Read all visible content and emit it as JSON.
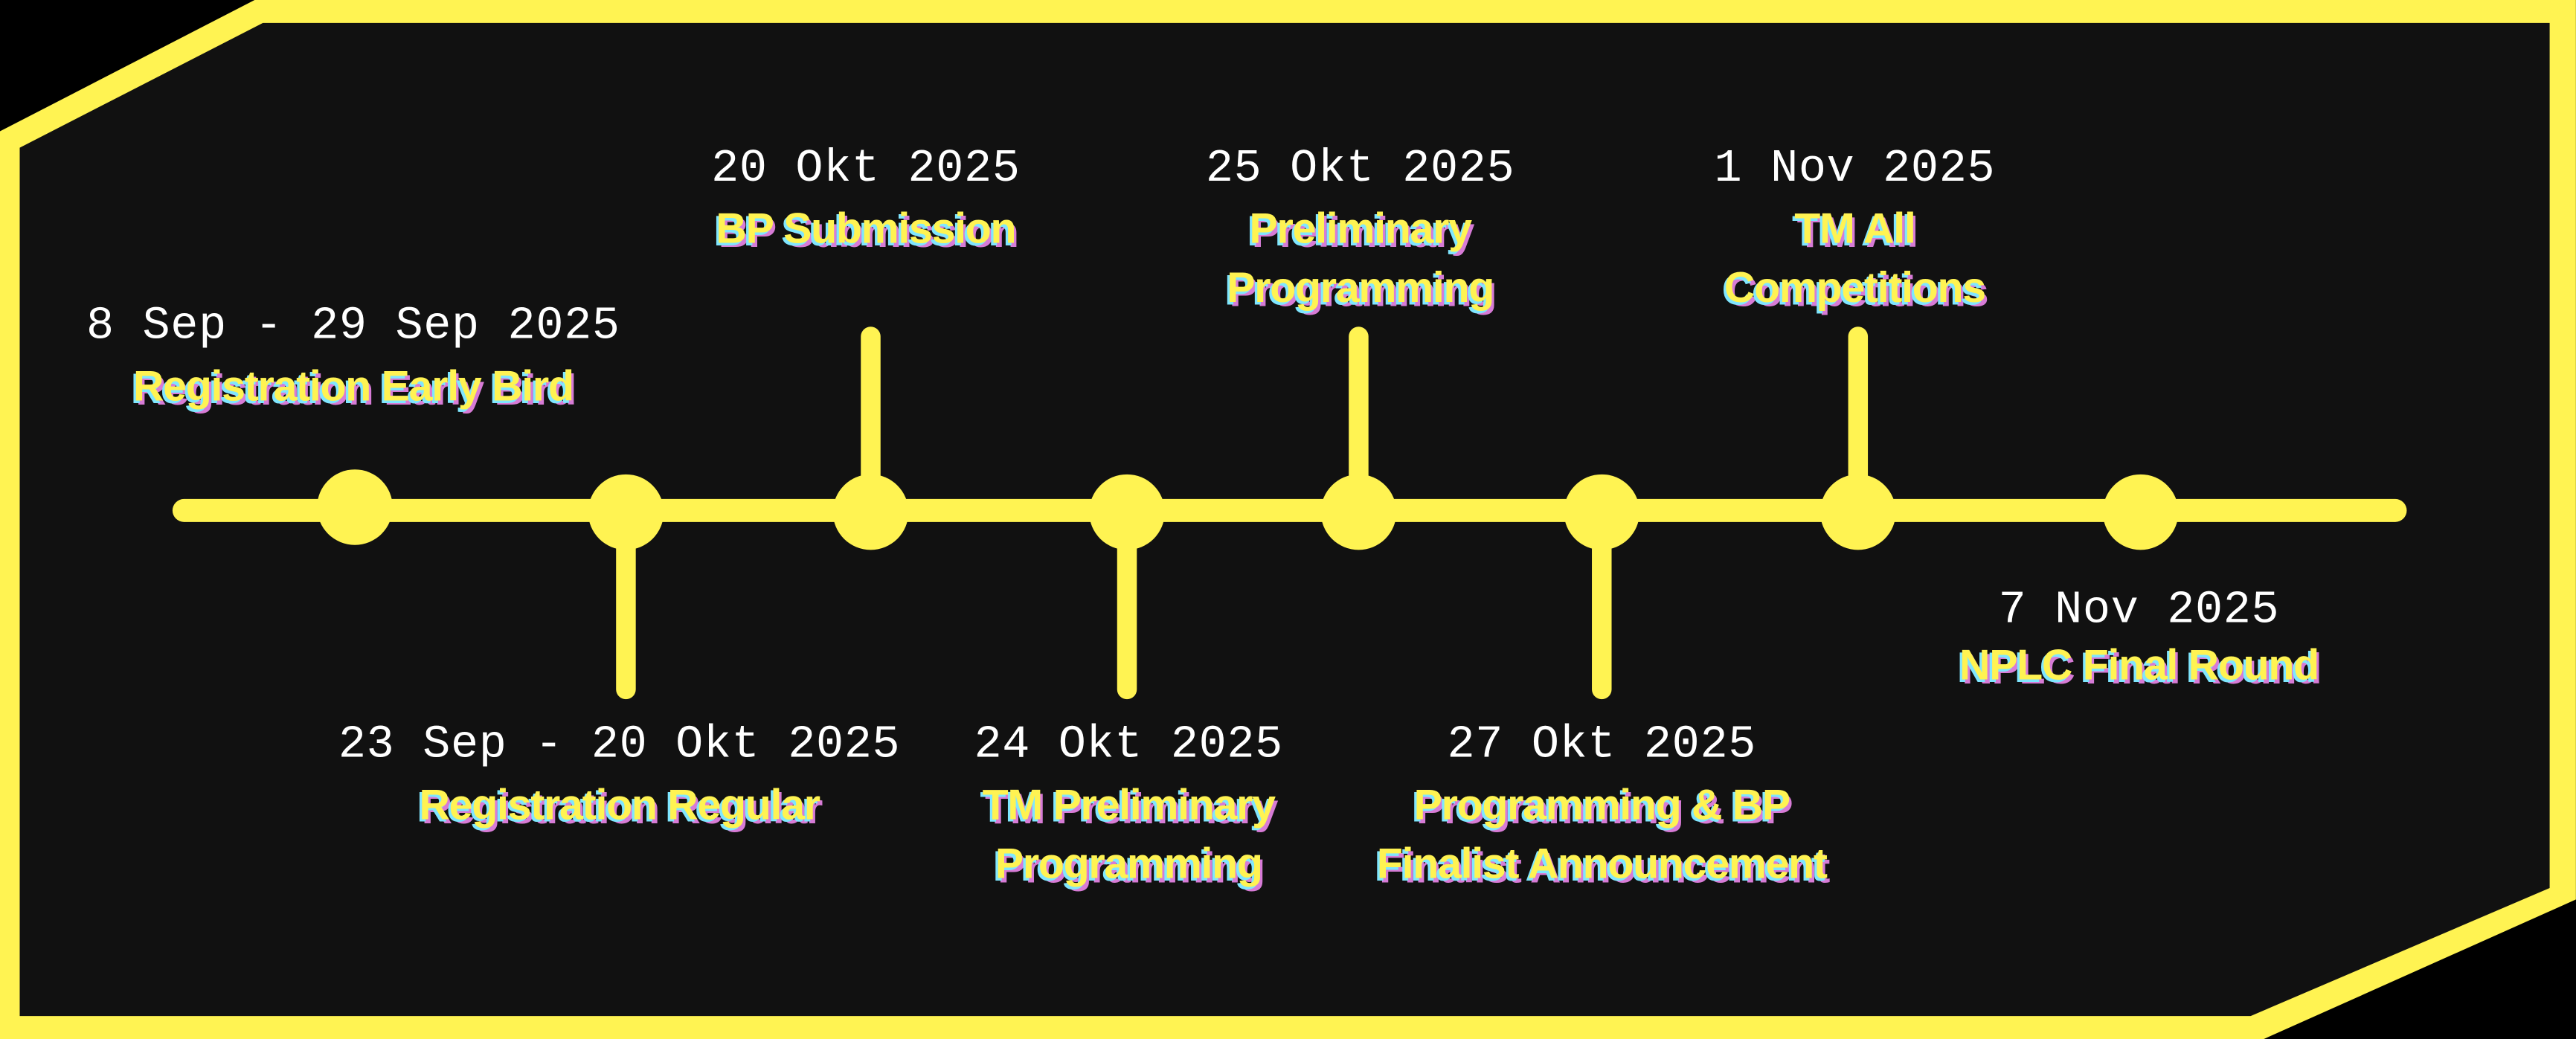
{
  "colors": {
    "accent": "#fff352",
    "background": "#111111",
    "outer": "#000000",
    "date_text": "#ffffff"
  },
  "events": [
    {
      "date": "8 Sep - 29 Sep 2025",
      "title": [
        "Registration Early Bird"
      ]
    },
    {
      "date": "23 Sep - 20 Okt 2025",
      "title": [
        "Registration Regular"
      ]
    },
    {
      "date": "20 Okt 2025",
      "title": [
        "BP Submission"
      ]
    },
    {
      "date": "24 Okt 2025",
      "title": [
        "TM Preliminary",
        "Programming"
      ]
    },
    {
      "date": "25 Okt 2025",
      "title": [
        "Preliminary",
        "Programming"
      ]
    },
    {
      "date": "27 Okt 2025",
      "title": [
        "Programming & BP",
        "Finalist Announcement"
      ]
    },
    {
      "date": "1 Nov 2025",
      "title": [
        "TM All",
        "Competitions"
      ]
    },
    {
      "date": "7 Nov 2025",
      "title": [
        "NPLC Final Round"
      ]
    }
  ]
}
